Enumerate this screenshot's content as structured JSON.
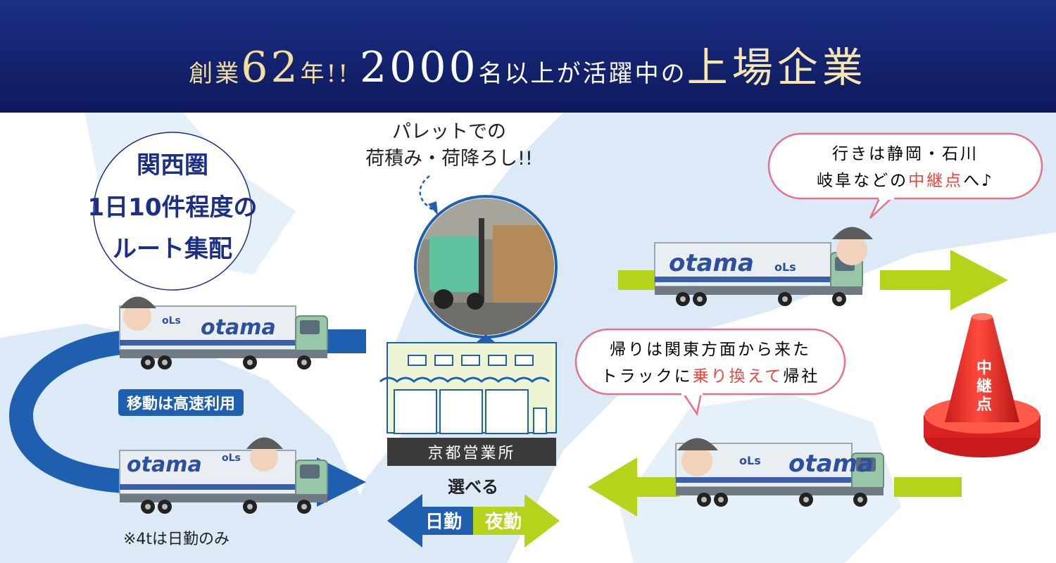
{
  "header": {
    "part1": "創業",
    "years": "62",
    "part2": "年!!",
    "count": "2000",
    "part3": "名以上が活躍中の",
    "highlight": "上場企業"
  },
  "circle": {
    "line1": "関西圏",
    "line2": "1日10件程度の",
    "line3": "ルート集配"
  },
  "pallet": {
    "line1": "パレットでの",
    "line2": "荷積み・荷降ろし!!"
  },
  "bubble_top": {
    "line1": "行きは静岡・石川",
    "line2_a": "岐阜などの",
    "line2_red": "中継点",
    "line2_b": "へ♪"
  },
  "bubble_mid": {
    "line1": "帰りは関東方面から来た",
    "line2_a": "トラックに",
    "line2_red": "乗り換えて",
    "line2_b": "帰社"
  },
  "expressway": "移動は高速利用",
  "note_4t": "※4tは日勤のみ",
  "office_label": "京都営業所",
  "choose": "選べる",
  "day_shift": "日勤",
  "night_shift": "夜勤",
  "cone_label": "中継点",
  "truck_brand": "otama",
  "truck_logo": "oLs",
  "colors": {
    "header_bg": "#14236f",
    "gold": "#f3de9d",
    "blue": "#1f5fb0",
    "lime": "#b5d31a",
    "red": "#e8463f",
    "map": "#d6eaf8"
  }
}
